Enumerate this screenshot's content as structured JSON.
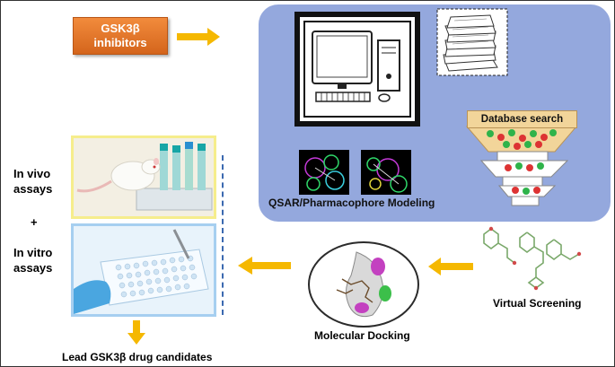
{
  "gsk_box": {
    "line1": "GSK3β",
    "line2": "inhibitors"
  },
  "panel": {
    "qsar_label": "QSAR/Pharmacophore Modeling",
    "db_label": "Database search"
  },
  "virtual_screening": "Virtual Screening",
  "molecular_docking": "Molecular Docking",
  "assays": {
    "in_vivo_1": "In vivo",
    "in_vivo_2": "assays",
    "plus": "+",
    "in_vitro_1": "In vitro",
    "in_vitro_2": "assays"
  },
  "lead": "Lead GSK3β drug candidates",
  "colors": {
    "arrow": "#f5b800",
    "panel": "#94a8dd",
    "orange": "#e07628",
    "bracket": "#3b69b0"
  }
}
